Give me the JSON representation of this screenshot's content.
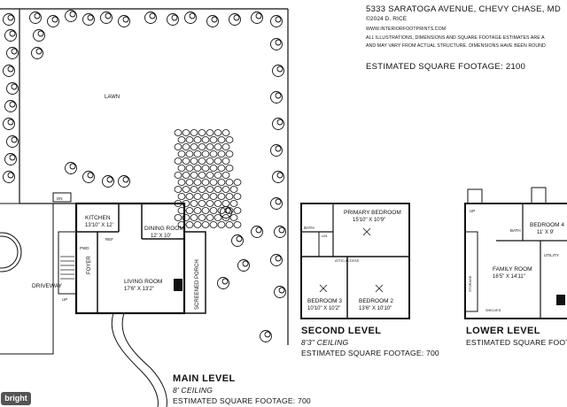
{
  "header": {
    "address": "5333 SARATOGA AVENUE, CHEVY CHASE, MD",
    "copyright": "©2024 D. RICE",
    "website": "WWW.INTERIORFOOTPRINTS.COM",
    "disclaimer_1": "ALL ILLUSTRATIONS, DIMENSIONS AND SQUARE FOOTAGE ESTIMATES ARE A",
    "disclaimer_2": "AND MAY VARY FROM ACTUAL STRUCTURE. DIMENSIONS HAVE BEEN ROUND",
    "total_sqft": "ESTIMATED SQUARE FOOTAGE: 2100"
  },
  "site": {
    "lawn": "LAWN",
    "driveway": "DRIVEWAY"
  },
  "main_level": {
    "title": "MAIN LEVEL",
    "ceiling": "8' CEILING",
    "sqft": "ESTIMATED SQUARE FOOTAGE: 700",
    "rooms": {
      "kitchen": "KITCHEN",
      "kitchen_dim": "13'10\" X 12'",
      "dining": "DINING ROOM",
      "dining_dim": "12' X 10'",
      "living": "LIVING ROOM",
      "living_dim": "17'6\" X 13'2\"",
      "foyer": "FOYER",
      "porch": "SCREENED PORCH",
      "dn": "DN",
      "up": "UP",
      "pwd": "PWD",
      "ref": "REF"
    }
  },
  "second_level": {
    "title": "SECOND LEVEL",
    "ceiling": "8'3\" CEILING",
    "sqft": "ESTIMATED SQUARE FOOTAGE: 700",
    "rooms": {
      "primary": "PRIMARY BEDROOM",
      "primary_dim": "15'10\" X 10'9\"",
      "bed3": "BEDROOM 3",
      "bed3_dim": "10'10\" X 10'2\"",
      "bed2": "BEDROOM 2",
      "bed2_dim": "13'6\" X 10'10\"",
      "bath": "BATH",
      "attic": "ATTIC ACCESS",
      "lin": "LIN"
    }
  },
  "lower_level": {
    "title": "LOWER LEVEL",
    "sqft": "ESTIMATED SQUARE FOOTAGE",
    "rooms": {
      "family": "FAMILY ROOM",
      "family_dim": "16'5\" X 14'11\"",
      "bed4": "BEDROOM 4",
      "bed4_dim": "11' X 9'",
      "bath": "BATH",
      "utility": "UTILITY",
      "up": "UP",
      "shelves": "SHELVES",
      "storage": "STORAGE"
    }
  },
  "watermark": "bright",
  "colors": {
    "line": "#111111",
    "watermark_bg": "#555555"
  }
}
